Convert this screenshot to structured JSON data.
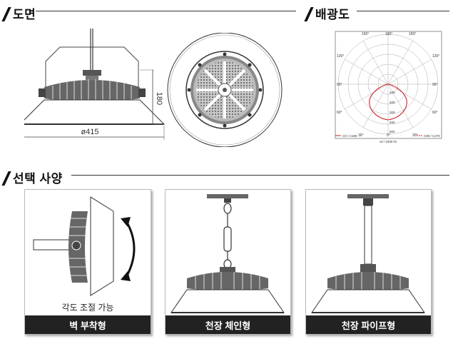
{
  "sections": {
    "drawing": "도면",
    "distribution": "배광도",
    "options": "선택 사양"
  },
  "drawing": {
    "height_dim": "180",
    "diameter_dim": "ø415"
  },
  "polar": {
    "angles_top": [
      "150°",
      "180°",
      "150°"
    ],
    "angles_left": [
      "120°",
      "90°",
      "60°"
    ],
    "angles_right": [
      "120°",
      "90°",
      "60°"
    ],
    "angles_bottom": [
      "30°",
      "0°",
      "30°"
    ],
    "radial": [
      "100",
      "200",
      "300",
      "400",
      "500"
    ],
    "unit": "cd / 1000 lm",
    "legend_left": "C0 / C180",
    "legend_right": "C90 / C270",
    "curve_color": "#d0202a"
  },
  "options": {
    "wall": {
      "caption": "각도 조절 가능",
      "label": "벽 부착형"
    },
    "chain": {
      "label": "천장 체인형"
    },
    "pipe": {
      "label": "천장 파이프형"
    }
  }
}
